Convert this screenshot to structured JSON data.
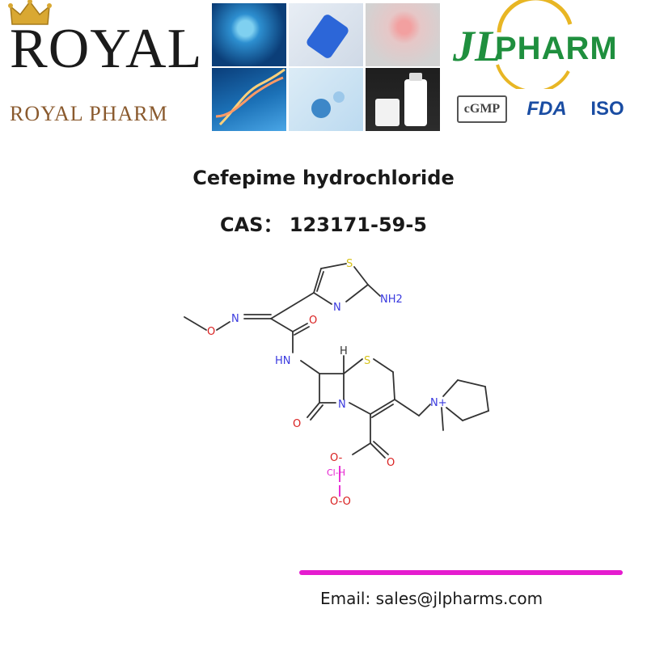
{
  "brand_left": {
    "name": "ROYAL",
    "subname": "ROYAL  PHARM"
  },
  "brand_right": {
    "mark": "JL",
    "name": "PHARM",
    "badges": [
      "cGMP",
      "FDA",
      "ISO"
    ]
  },
  "product": {
    "name": "Cefepime hydrochloride",
    "cas": "CAS：  123171-59-5"
  },
  "structure_labels": {
    "sulfur": "S",
    "ring_nitrogen": "N",
    "amine": "NH2",
    "oxime_oxygen": "O",
    "oxime_nitrogen": "N",
    "amide_oxygen": "O",
    "amide_nh": "HN",
    "stereo_h": "H",
    "lactam_nitrogen": "N",
    "lactam_oxygen": "O",
    "ring_sulfur": "S",
    "quaternary_nitrogen": "N+",
    "carboxylate_oxygen": "O",
    "carboxylate_anion": "O-",
    "hcl": "Cl-H",
    "counter": "O-O"
  },
  "contact": {
    "email": "Email: sales@jlpharms.com"
  },
  "colors": {
    "divider": "#e51ccf",
    "brand_green": "#1f8f3e",
    "royal_brown": "#8a5a2e",
    "heteroatom_blue": "#3a3adf",
    "oxygen_red": "#d92020",
    "sulfur_yellow": "#d6c21a",
    "salt_magenta": "#e51ccf"
  }
}
